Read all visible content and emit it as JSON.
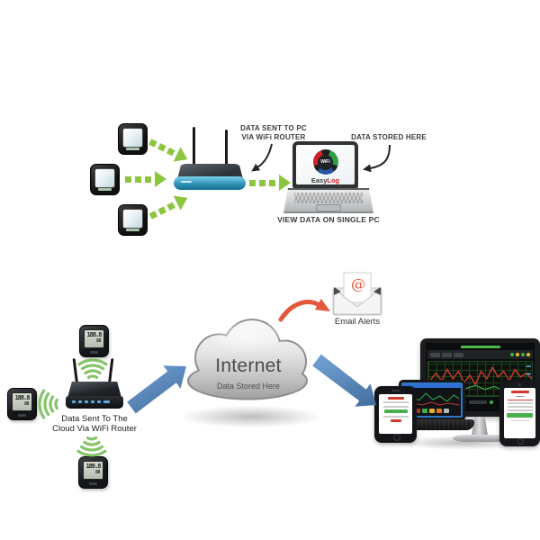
{
  "top": {
    "sent_line1": "DATA SENT TO PC",
    "sent_line2": "VIA WiFi ROUTER",
    "stored_label": "DATA STORED HERE",
    "view_label": "VIEW DATA ON SINGLE PC",
    "logo_center": "WiFi",
    "logo_easy": "Easy",
    "logo_log": "Log"
  },
  "bottom": {
    "sent_line1": "Data Sent To The",
    "sent_line2": "Cloud Via WiFi Router",
    "cloud_title": "Internet",
    "cloud_subtitle": "Data Stored Here",
    "email_label": "Email Alerts",
    "email_symbol": "@",
    "lcd_main": "188.8",
    "lcd_sub": "88"
  },
  "colors": {
    "arrow_green": "#8cc63e",
    "wifi_green": "#7cc05c",
    "arrow_blue": "#4e81b8",
    "arrow_orange": "#e4573a",
    "logo_red": "#d51f26",
    "router_teal": "#2b8fb5"
  }
}
